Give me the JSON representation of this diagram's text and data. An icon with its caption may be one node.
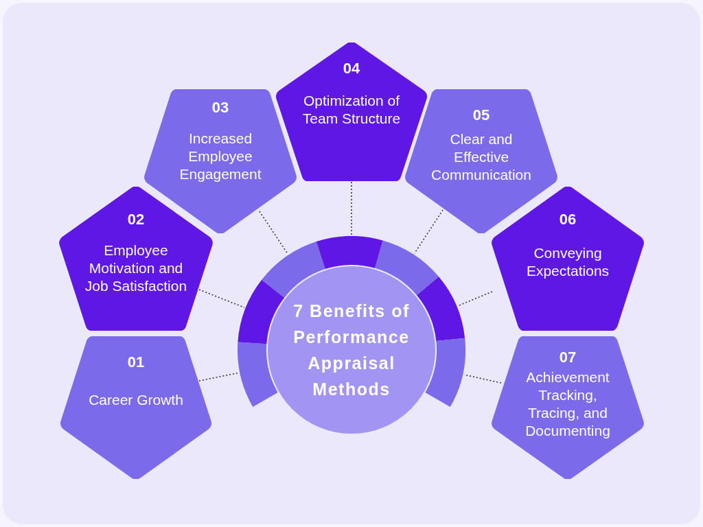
{
  "diagram": {
    "nodes": [
      {
        "text": [
          "7 Benefits of Performance Appraisal Methods"
        ]
      },
      {
        "text": [
          "01",
          "Career Growth"
        ]
      },
      {
        "text": [
          "02",
          "Employee Motivation and Job Satisfaction"
        ]
      },
      {
        "text": [
          "03",
          "Increased Employee Engagement"
        ]
      },
      {
        "text": [
          "04",
          "Optimization of Team Structure"
        ]
      },
      {
        "text": [
          "05",
          "Clear and Effective Communication"
        ]
      },
      {
        "text": [
          "06",
          "Conveying Expectations"
        ]
      },
      {
        "text": [
          "07",
          "Achievement Tracking, Tracing, and Documenting"
        ]
      }
    ],
    "edges": [
      {
        "from": 1,
        "to": 0,
        "arrow": "none"
      },
      {
        "from": 2,
        "to": 0,
        "arrow": "none"
      },
      {
        "from": 3,
        "to": 0,
        "arrow": "none"
      },
      {
        "from": 4,
        "to": 0,
        "arrow": "none"
      },
      {
        "from": 5,
        "to": 0,
        "arrow": "none"
      },
      {
        "from": 6,
        "to": 0,
        "arrow": "none"
      },
      {
        "from": 7,
        "to": 0,
        "arrow": "none"
      }
    ]
  }
}
